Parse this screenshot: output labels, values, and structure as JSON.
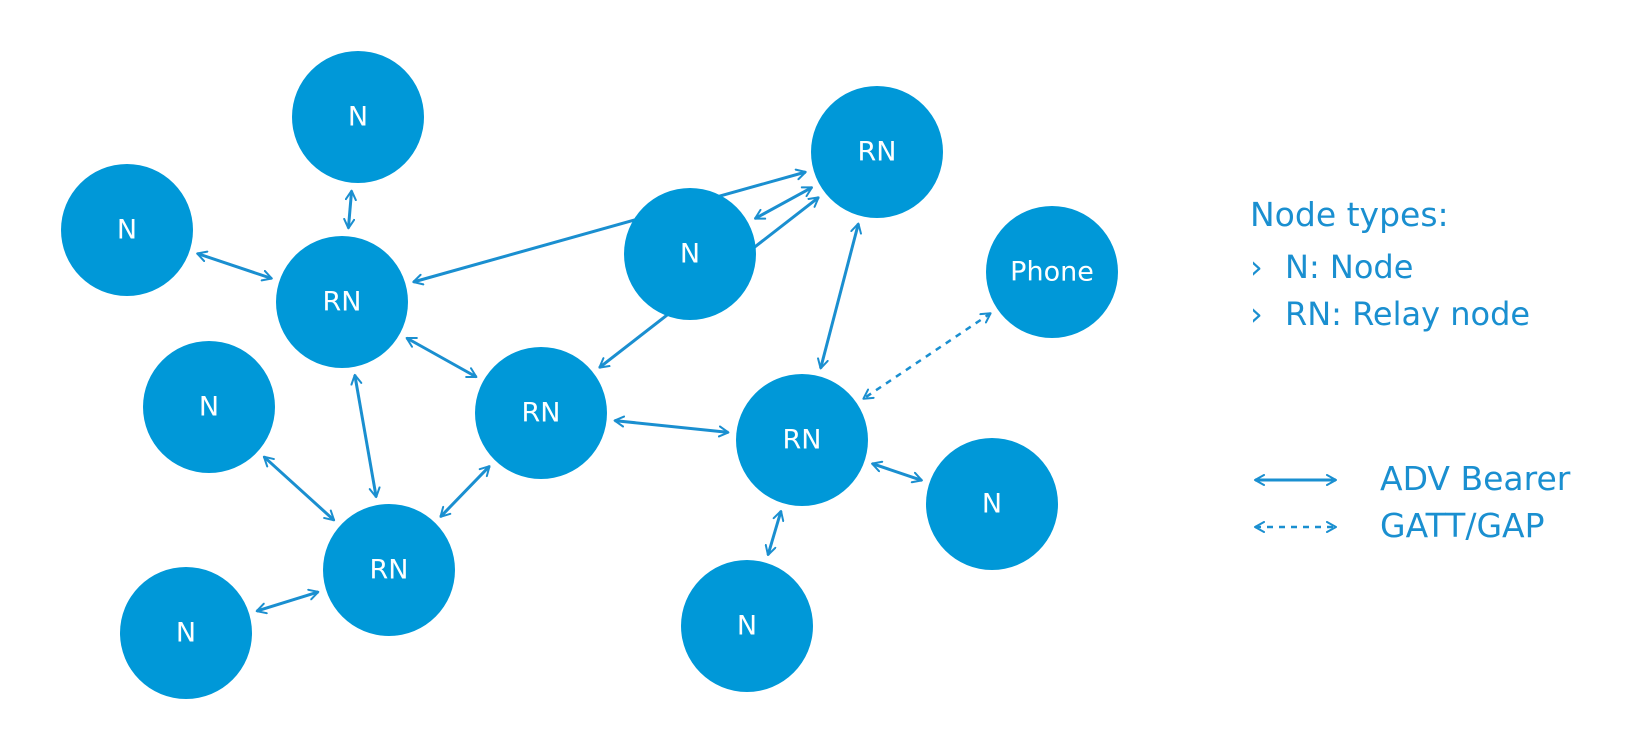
{
  "colors": {
    "node_fill": "#0098d8",
    "edge": "#1a8fd0",
    "legend_text": "#1a8fd0"
  },
  "nodes": [
    {
      "id": "n1",
      "label": "N",
      "type": "node"
    },
    {
      "id": "n2",
      "label": "N",
      "type": "node"
    },
    {
      "id": "rn1",
      "label": "RN",
      "type": "relay"
    },
    {
      "id": "n3",
      "label": "N",
      "type": "node"
    },
    {
      "id": "rn2",
      "label": "RN",
      "type": "relay"
    },
    {
      "id": "n4",
      "label": "N",
      "type": "node"
    },
    {
      "id": "rn3",
      "label": "RN",
      "type": "relay"
    },
    {
      "id": "n5",
      "label": "N",
      "type": "node"
    },
    {
      "id": "rn4",
      "label": "RN",
      "type": "relay"
    },
    {
      "id": "phone",
      "label": "Phone",
      "type": "phone"
    },
    {
      "id": "rn5",
      "label": "RN",
      "type": "relay"
    },
    {
      "id": "n6",
      "label": "N",
      "type": "node"
    },
    {
      "id": "n7",
      "label": "N",
      "type": "node"
    }
  ],
  "edges": [
    {
      "from": "n1",
      "to": "rn1",
      "kind": "adv"
    },
    {
      "from": "n2",
      "to": "rn1",
      "kind": "adv"
    },
    {
      "from": "rn1",
      "to": "rn4",
      "kind": "adv"
    },
    {
      "from": "rn1",
      "to": "rn3",
      "kind": "adv"
    },
    {
      "from": "rn1",
      "to": "rn2",
      "kind": "adv"
    },
    {
      "from": "n3",
      "to": "rn2",
      "kind": "adv"
    },
    {
      "from": "n4",
      "to": "rn2",
      "kind": "adv"
    },
    {
      "from": "rn2",
      "to": "rn3",
      "kind": "adv"
    },
    {
      "from": "rn3",
      "to": "rn4",
      "kind": "adv"
    },
    {
      "from": "rn3",
      "to": "rn5",
      "kind": "adv"
    },
    {
      "from": "n5",
      "to": "rn4",
      "kind": "adv"
    },
    {
      "from": "rn4",
      "to": "rn5",
      "kind": "adv"
    },
    {
      "from": "phone",
      "to": "rn5",
      "kind": "gatt"
    },
    {
      "from": "rn5",
      "to": "n6",
      "kind": "adv"
    },
    {
      "from": "rn5",
      "to": "n7",
      "kind": "adv"
    }
  ],
  "legend": {
    "title": "Node types:",
    "items": [
      "N: Node",
      "RN: Relay node"
    ],
    "bullet": "›",
    "adv_label": "ADV Bearer",
    "gatt_label": "GATT/GAP"
  }
}
